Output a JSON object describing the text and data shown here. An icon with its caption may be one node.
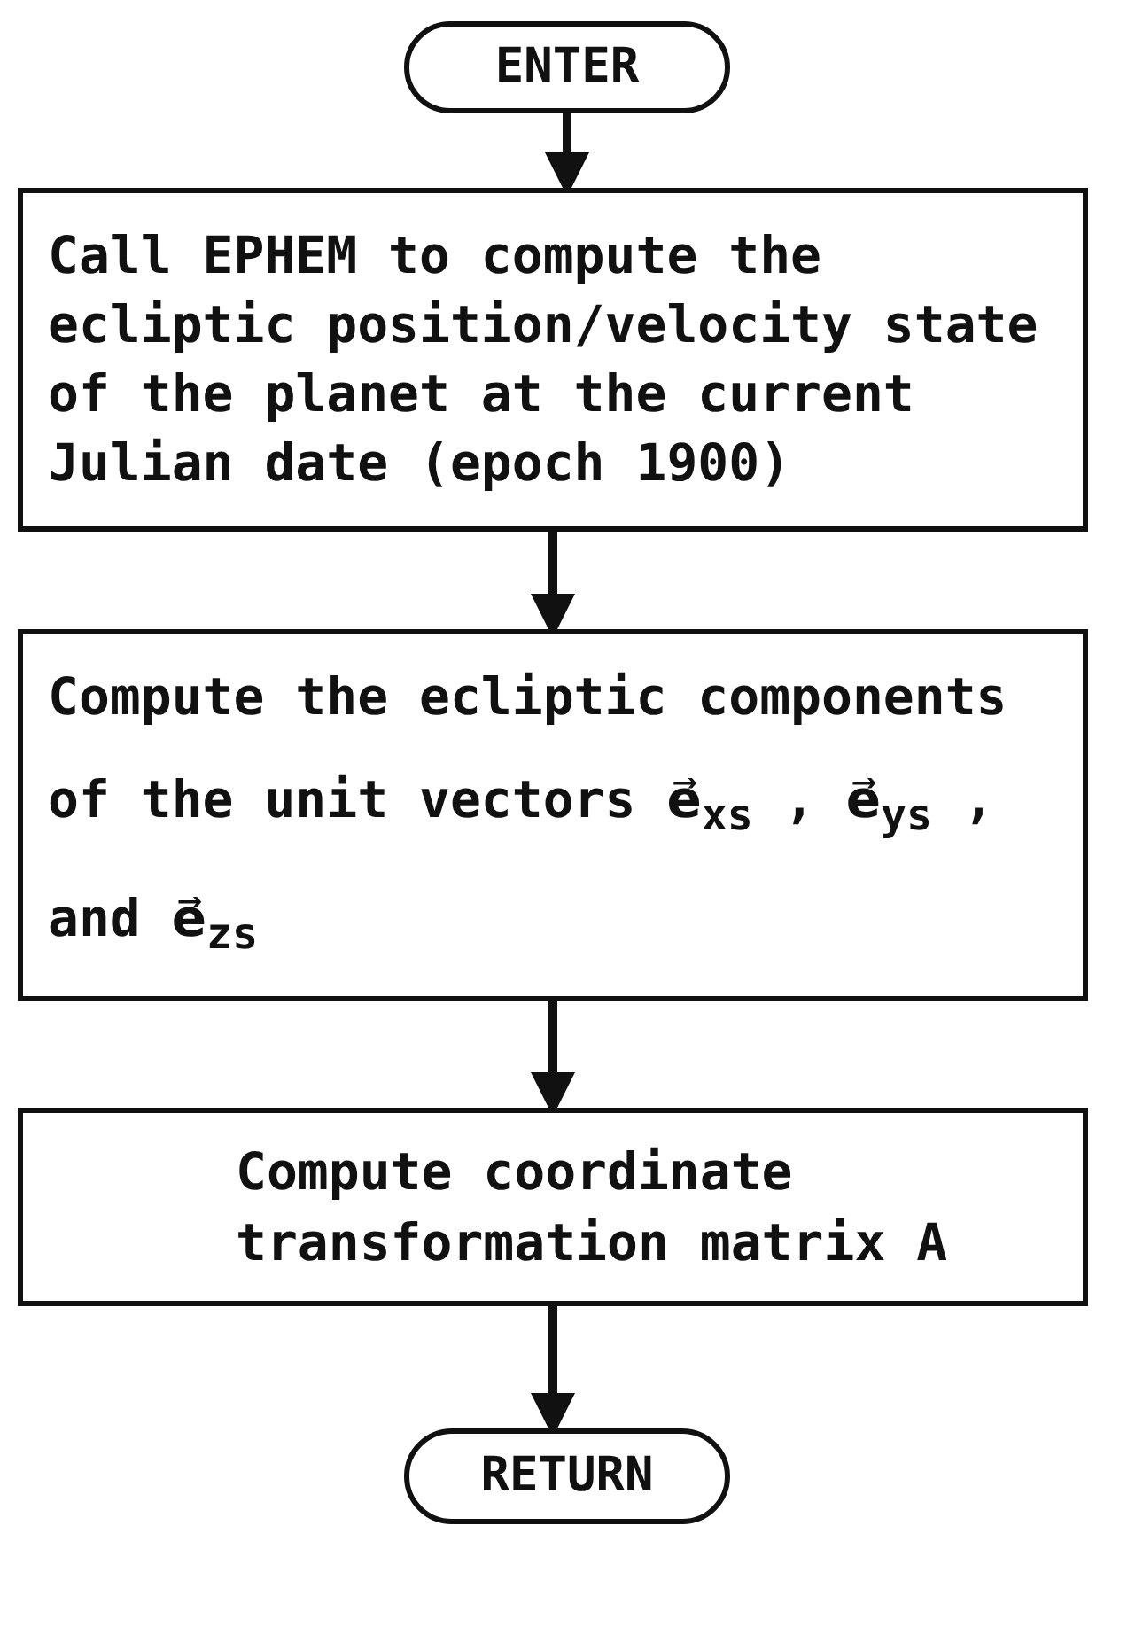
{
  "diagram": {
    "nodes": [
      {
        "text": [
          "ENTER"
        ]
      },
      {
        "text": [
          "Call EPHEM to compute the ecliptic position/velocity state of the planet at the current Julian date (epoch 1900)"
        ]
      },
      {
        "text": [
          "Compute the ecliptic components of the unit vectors e⃗$_{xs}$ , e⃗$_{ys}$ , and e⃗$_{zs}$"
        ]
      },
      {
        "text": [
          "Compute coordinate transformation matrix A"
        ]
      },
      {
        "text": [
          "RETURN"
        ]
      }
    ],
    "edges": [
      {
        "from": 0,
        "to": 1,
        "arrow": "to"
      },
      {
        "from": 1,
        "to": 2,
        "arrow": "to"
      },
      {
        "from": 2,
        "to": 3,
        "arrow": "to"
      },
      {
        "from": 3,
        "to": 4,
        "arrow": "to"
      }
    ]
  }
}
